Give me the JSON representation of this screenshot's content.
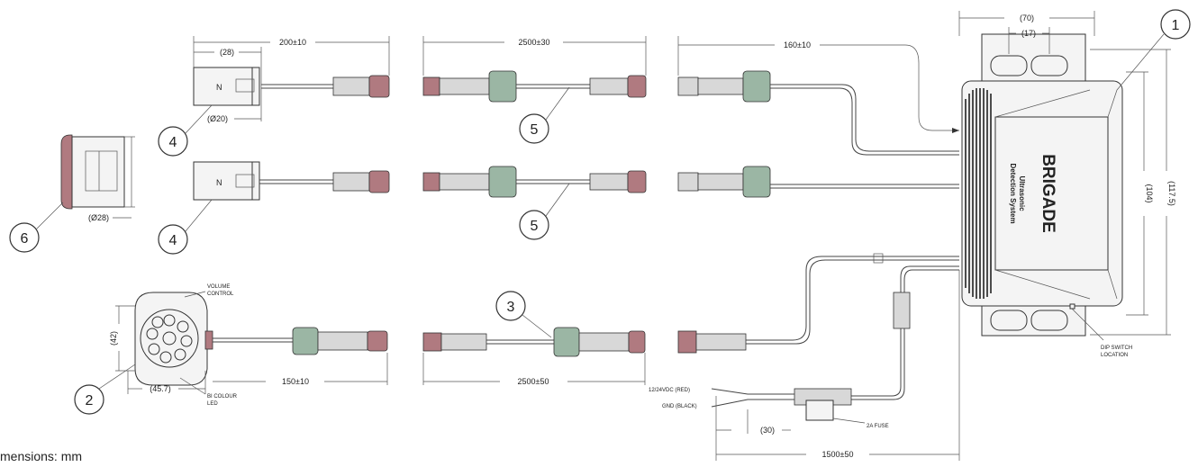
{
  "callouts": [
    "1",
    "2",
    "3",
    "4",
    "4",
    "5",
    "5",
    "6"
  ],
  "dimensions": {
    "sensor_cable_length": "200±10",
    "sensor_body_length": "(28)",
    "sensor_diameter": "(Ø20)",
    "extension_length": "2500±30",
    "ecu_lead_length": "160±10",
    "ecu_width": "(70)",
    "ecu_slot_pitch": "(17)",
    "ecu_height_inner": "(104)",
    "ecu_height_outer": "(117.5)",
    "bezel_diameter": "(Ø28)",
    "display_height": "(42)",
    "display_width": "(45.7)",
    "display_lead_length": "150±10",
    "display_extension_length": "2500±50",
    "power_strip_length": "(30)",
    "power_lead_length": "1500±50"
  },
  "labels": {
    "volume_control": [
      "VOLUME",
      "CONTROL"
    ],
    "bi_colour_led": [
      "BI COLOUR",
      "LED"
    ],
    "dip_switch": [
      "DIP SWITCH",
      "LOCATION"
    ],
    "power_red": "12/24VDC (RED)",
    "ground_black": "GND (BLACK)",
    "fuse": "2A FUSE",
    "sensor_mark": "N"
  },
  "ecu_branding": {
    "brand": "BRIGADE",
    "line1": "Ultrasonic",
    "line2": "Detection System"
  },
  "footer_note": "mensions: mm"
}
